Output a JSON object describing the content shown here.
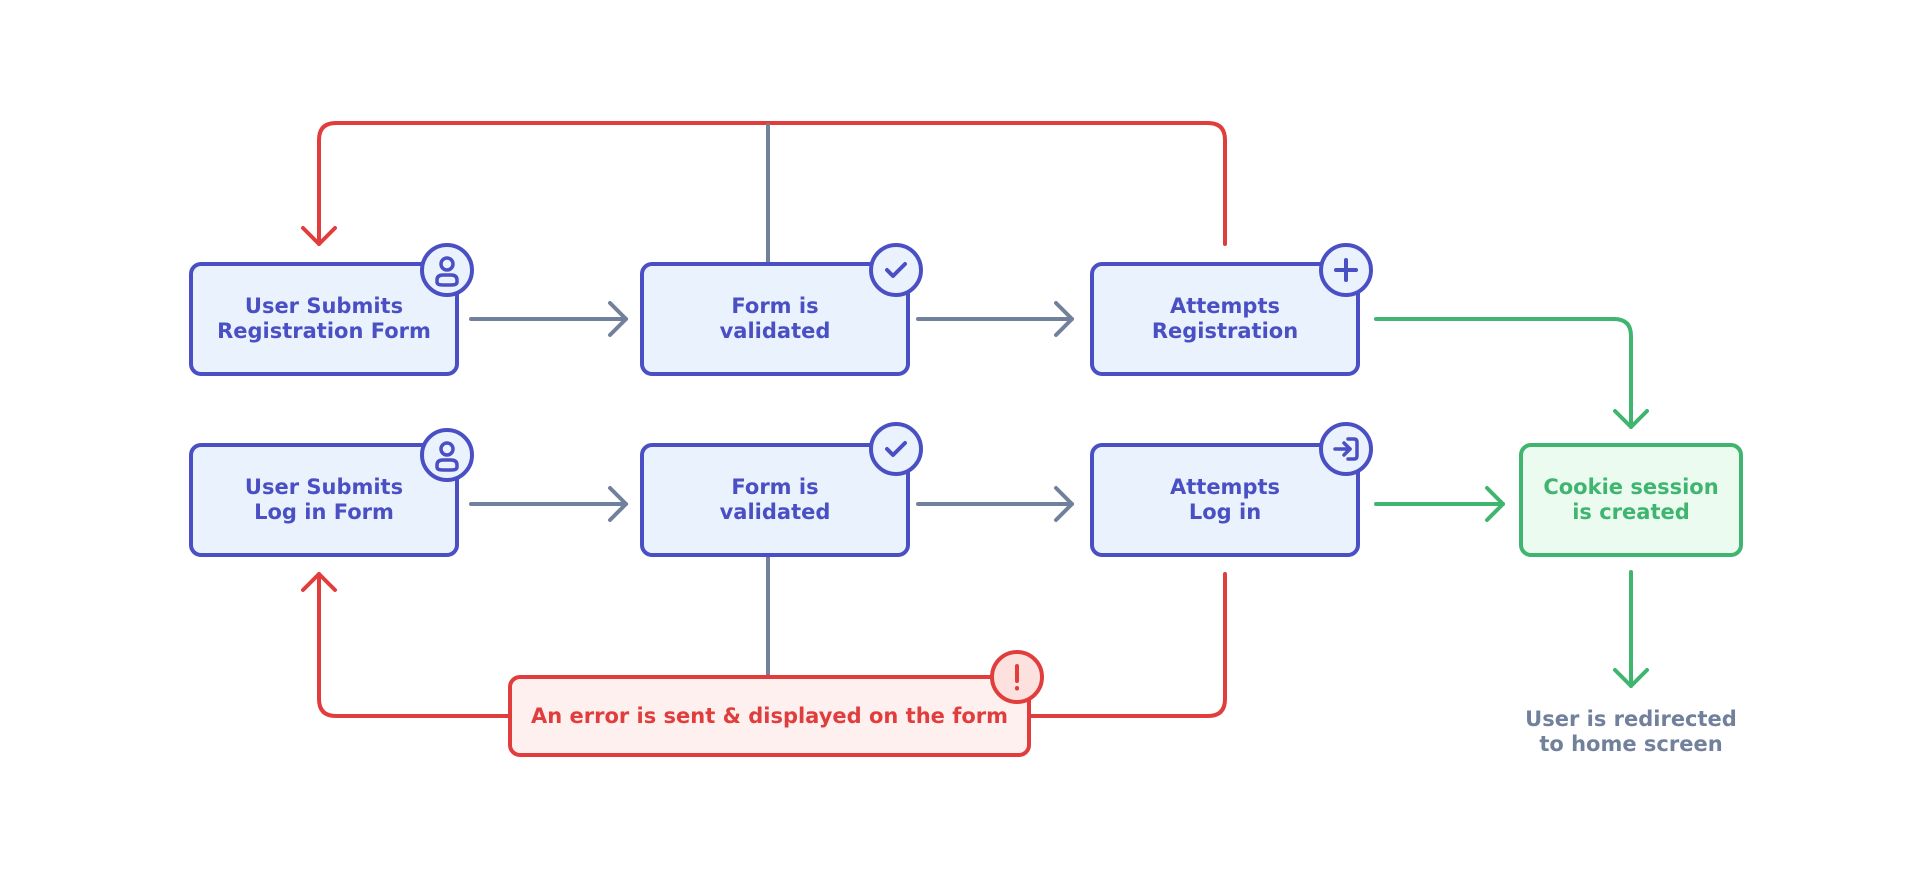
{
  "nodes": {
    "reg_submit": {
      "lines": [
        "User Submits",
        "Registration Form"
      ]
    },
    "reg_validate": {
      "lines": [
        "Form is",
        "validated"
      ]
    },
    "reg_attempt": {
      "lines": [
        "Attempts",
        "Registration"
      ]
    },
    "log_submit": {
      "lines": [
        "User Submits",
        "Log in Form"
      ]
    },
    "log_validate": {
      "lines": [
        "Form is",
        "validated"
      ]
    },
    "log_attempt": {
      "lines": [
        "Attempts",
        "Log in"
      ]
    },
    "cookie": {
      "lines": [
        "Cookie session",
        "is created"
      ]
    },
    "error": {
      "lines": [
        "An error is sent & displayed on the form"
      ]
    }
  },
  "outcome": {
    "lines": [
      "User is redirected",
      "to home screen"
    ]
  },
  "icons": {
    "reg_submit": "user-icon",
    "reg_validate": "check-icon",
    "reg_attempt": "plus-icon",
    "log_submit": "user-icon",
    "log_validate": "check-icon",
    "log_attempt": "login-icon",
    "error": "exclamation-icon"
  },
  "colors": {
    "primary": "#4a4fc4",
    "primary_fill": "#eaf3fd",
    "connector": "#72819b",
    "error": "#e13d3d",
    "error_fill": "#fdf0ef",
    "success": "#3fb56f",
    "success_fill": "#ebfbf0",
    "outcome_text": "#72819b"
  }
}
